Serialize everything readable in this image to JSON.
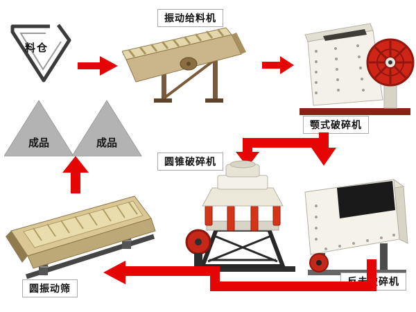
{
  "colors": {
    "arrow_red": "#e60505",
    "triangle_gray": "#b3b3b3"
  },
  "flow": {
    "silo": {
      "label": "料仓"
    },
    "feeder": {
      "label": "振动给料机"
    },
    "jaw_crusher": {
      "label": "颚式破碎机"
    },
    "cone_crusher": {
      "label": "圆锥破碎机"
    },
    "impact_crusher": {
      "label": "反击破碎机"
    },
    "vibrating_screen": {
      "label": "圆振动筛"
    },
    "finished_product": {
      "label": "成品"
    }
  }
}
